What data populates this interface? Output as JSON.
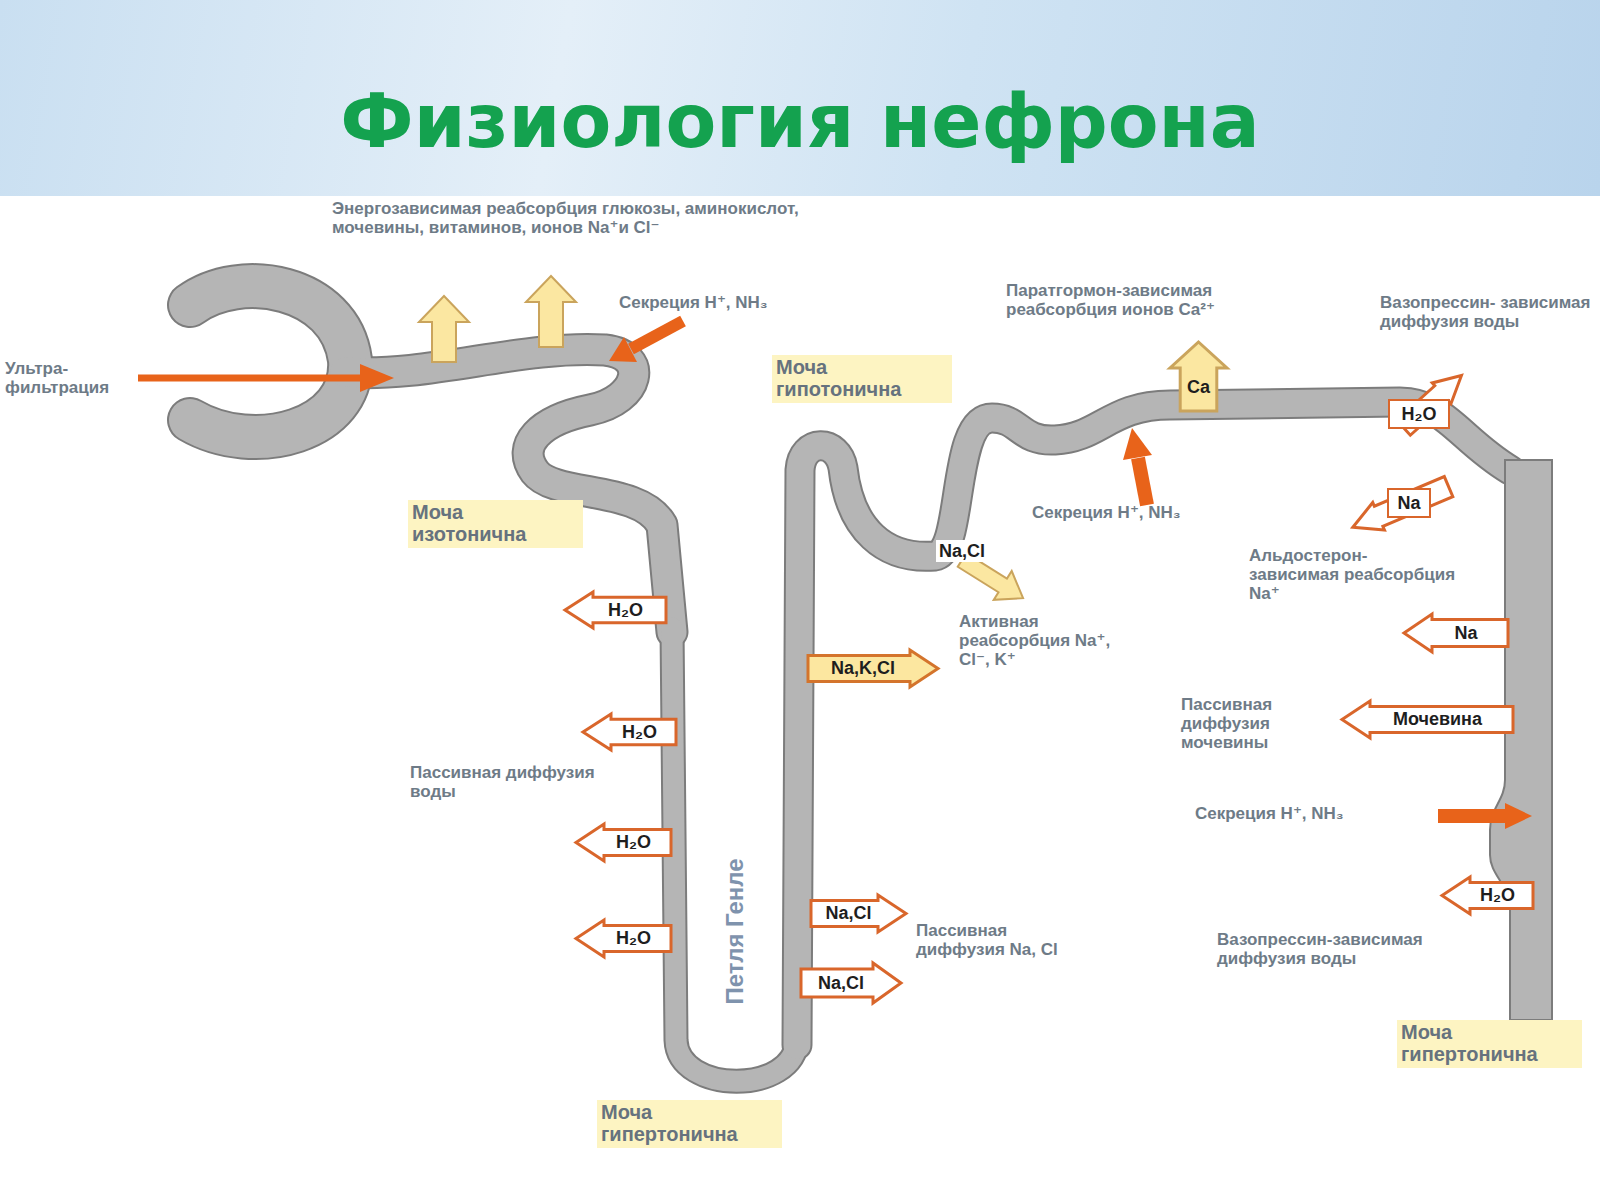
{
  "diagram": {
    "title": "Физиология нефрона",
    "nodes": [
      {
        "text": [
          "Моча гипотонична"
        ]
      },
      {
        "text": [
          "Ca"
        ]
      },
      {
        "text": [
          "H₂O"
        ]
      },
      {
        "text": [
          "Na"
        ]
      },
      {
        "text": [
          "Моча изотонична"
        ]
      },
      {
        "text": [
          "H₂O"
        ]
      },
      {
        "text": [
          "Na"
        ]
      },
      {
        "text": [
          "Na,K,Cl"
        ]
      },
      {
        "text": [
          "H₂O"
        ]
      },
      {
        "text": [
          "Мочевина"
        ]
      },
      {
        "text": [
          "H₂O"
        ]
      },
      {
        "text": [
          "H₂O"
        ]
      },
      {
        "text": [
          "Na,Cl"
        ]
      },
      {
        "text": [
          "H₂O"
        ]
      },
      {
        "text": [
          "Na,Cl"
        ]
      },
      {
        "text": [
          "Моча гипертонична"
        ]
      },
      {
        "text": [
          "Моча гипертонична"
        ]
      }
    ],
    "labels": [
      "Энергозависимая реабсорбция глюкозы, аминокислот, мочевины, витаминов, ионов Na⁺и Cl⁻",
      "Секреция H⁺, NH₃",
      "Ультра- фильтрация",
      "Паратгормон-зависимая реабсорбция ионов Ca²⁺",
      "Вазопрессин- зависимая диффузия воды",
      "Na,Cl",
      "Секреция H⁺, NH₃",
      "Альдостерон- зависимая реабсорбция Na⁺",
      "Активная реабсорбция Na⁺, Cl⁻, K⁺",
      "Пассивная диффузия мочевины",
      "Пассивная диффузия воды",
      "Секреция H⁺, NH₃",
      "Петля Генле",
      "Пассивная диффузия Na, Cl",
      "Вазопрессин-зависимая диффузия воды"
    ]
  }
}
